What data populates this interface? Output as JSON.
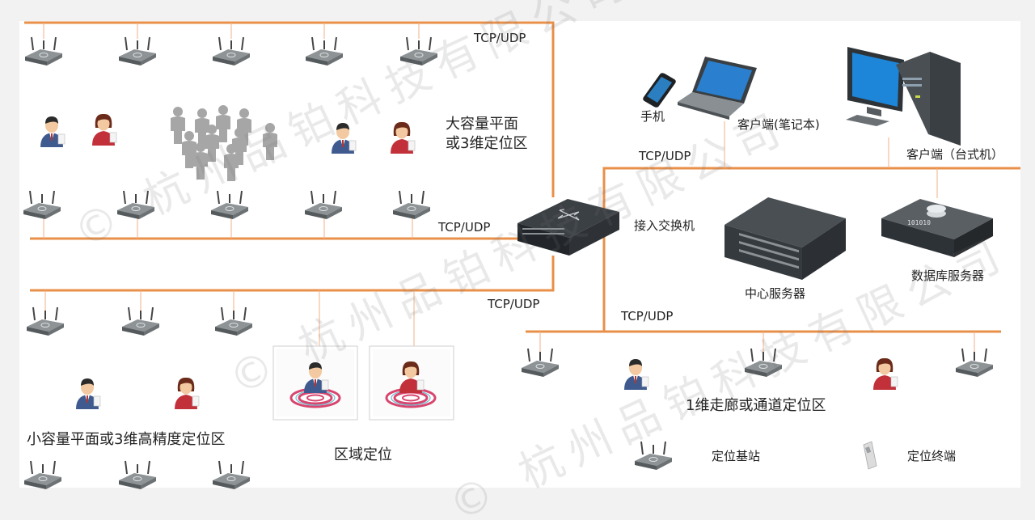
{
  "links": {
    "tcp_top": "TCP/UDP",
    "tcp_mid": "TCP/UDP",
    "tcp_lower": "TCP/UDP",
    "tcp_client": "TCP/UDP",
    "tcp_corridor": "TCP/UDP"
  },
  "zones": {
    "large_area": "大容量平面\n或3维定位区",
    "small_area": "小容量平面或3维高精度定位区",
    "region": "区域定位",
    "corridor": "1维走廊或通道定位区"
  },
  "devices": {
    "switch": "接入交换机",
    "phone": "手机",
    "laptop": "客户端(笔记本)",
    "desktop": "客户端（台式机）",
    "center_server": "中心服务器",
    "db_server": "数据库服务器"
  },
  "legend": {
    "base_station": "定位基站",
    "terminal": "定位终端"
  },
  "watermark": "© 杭州品铂科技有限公司",
  "colors": {
    "line": "#e8904a",
    "thin_line": "#f1b184"
  }
}
